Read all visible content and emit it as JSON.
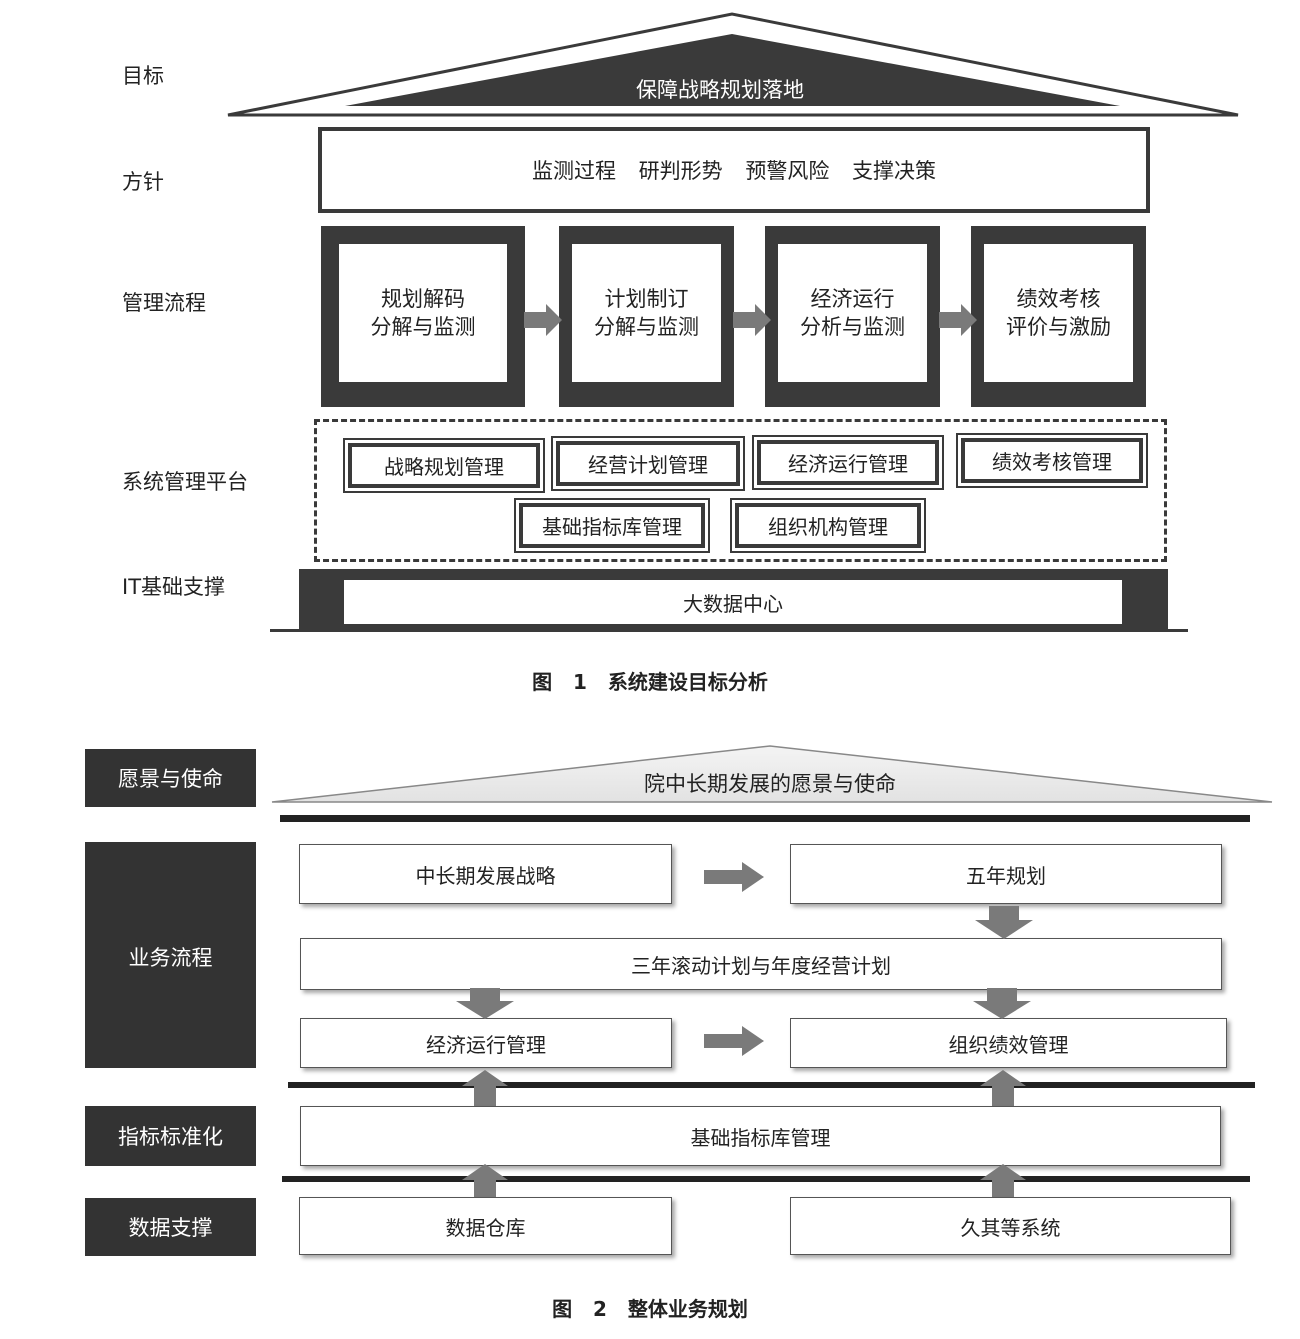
{
  "figure1": {
    "goal_label": "目标",
    "goal_text": "保障战略规划落地",
    "policy_label": "方针",
    "policy_text": "监测过程 研判形势 预警风险 支撑决策",
    "process_label": "管理流程",
    "process_steps": [
      "规划解码\n分解与监测",
      "计划制订\n分解与监测",
      "经济运行\n分析与监测",
      "绩效考核\n评价与激励"
    ],
    "platform_label": "系统管理平台",
    "modules": [
      "战略规划管理",
      "经营计划管理",
      "经济运行管理",
      "绩效考核管理",
      "基础指标库管理",
      "组织机构管理"
    ],
    "it_label": "IT基础支撑",
    "it_text": "大数据中心",
    "caption": "图 1 系统建设目标分析"
  },
  "figure2": {
    "vision_label": "愿景与使命",
    "vision_text": "院中长期发展的愿景与使命",
    "business_label": "业务流程",
    "boxes": {
      "strategy": "中长期发展战略",
      "five_year": "五年规划",
      "three_year": "三年滚动计划与年度经营计划",
      "economic": "经济运行管理",
      "performance": "组织绩效管理",
      "indicator": "基础指标库管理",
      "warehouse": "数据仓库",
      "other": "久其等系统"
    },
    "indicator_label": "指标标准化",
    "data_label": "数据支撑",
    "caption": "图 2 整体业务规划"
  },
  "colors": {
    "dark": "#3a3a3a",
    "arrow": "#7a7a7a",
    "side": "#333333"
  }
}
